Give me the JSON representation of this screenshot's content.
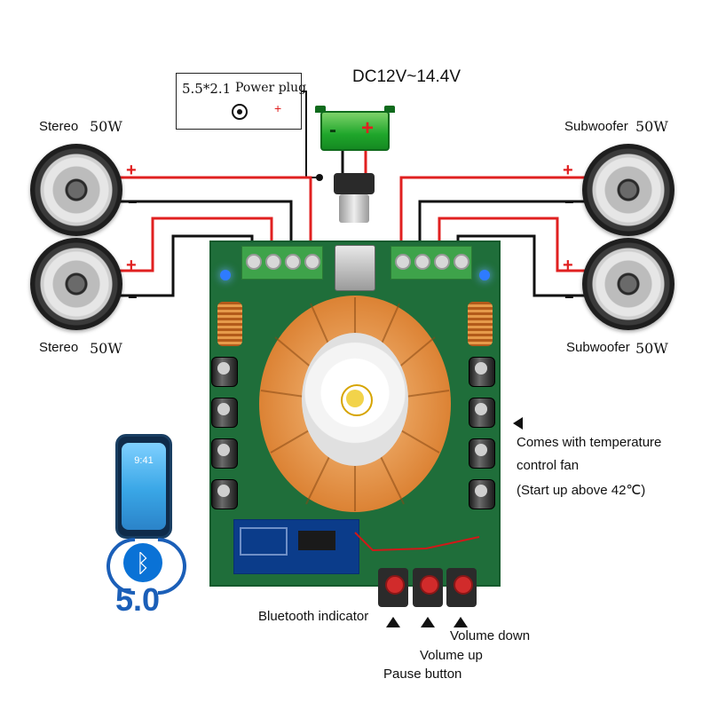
{
  "power": {
    "box_label_left": "5.5*2.1",
    "box_label_right": "Power plug",
    "plus": "+",
    "voltage": "DC12V~14.4V",
    "battery_minus": "-",
    "battery_plus": "+"
  },
  "speakers": {
    "stereo_top": "Stereo",
    "stereo_top_w": "50W",
    "stereo_bottom": "Stereo",
    "stereo_bottom_w": "50W",
    "sub_top": "Subwoofer",
    "sub_top_w": "50W",
    "sub_bottom": "Subwoofer",
    "sub_bottom_w": "50W",
    "plus": "+",
    "minus": "−"
  },
  "annotations": {
    "fan_line1": "Comes with temperature",
    "fan_line2": "control fan",
    "fan_line3": "(Start up above 42℃)",
    "bt_indicator": "Bluetooth indicator",
    "volume_down": "Volume down",
    "volume_up": "Volume up",
    "pause": "Pause button"
  },
  "bluetooth": {
    "version": "5.0",
    "time": "9:41"
  },
  "colors": {
    "wire_red": "#e02020",
    "wire_black": "#111111",
    "pcb": "#1f6e3a",
    "heatsink": "#e08a3a",
    "bt_blue": "#1b5fb8"
  },
  "icons": {
    "power_plug": "dc-jack-icon",
    "battery": "battery-icon",
    "bluetooth": "bluetooth-icon",
    "phone": "smartphone-icon"
  }
}
